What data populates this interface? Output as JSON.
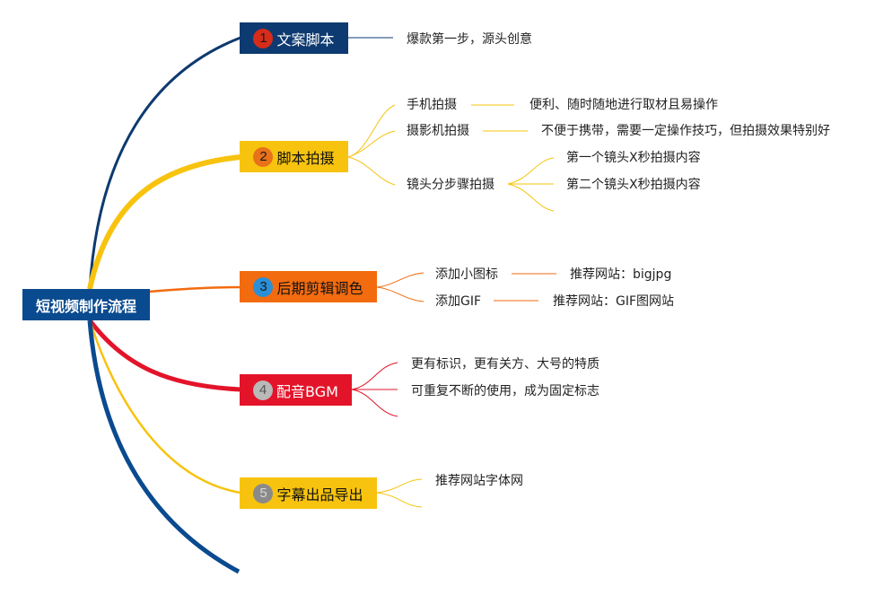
{
  "root": {
    "label": "短视频制作流程",
    "color": "#0a4a8f"
  },
  "branches": [
    {
      "num": "1",
      "label": "文案脚本",
      "bg": "#0d3a70",
      "text": "#ffffff",
      "badge": "#d62c1a",
      "badge_text": "#1a1a1a",
      "children": [
        {
          "label": "爆款第一步，源头创意"
        }
      ]
    },
    {
      "num": "2",
      "label": "脚本拍摄",
      "bg": "#f7c30e",
      "text": "#111111",
      "badge": "#e8711a",
      "badge_text": "#1a1a1a",
      "children": [
        {
          "label": "手机拍摄",
          "note": "便利、随时随地进行取材且易操作"
        },
        {
          "label": "摄影机拍摄",
          "note": "不便于携带，需要一定操作技巧，但拍摄效果特别好"
        },
        {
          "label": "镜头分步骤拍摄",
          "subs": [
            "第一个镜头X秒拍摄内容",
            "第二个镜头X秒拍摄内容"
          ]
        }
      ]
    },
    {
      "num": "3",
      "label": "后期剪辑调色",
      "bg": "#f26b0f",
      "text": "#111111",
      "badge": "#2a8fd6",
      "badge_text": "#1a1a1a",
      "children": [
        {
          "label": "添加小图标",
          "note": "推荐网站：bigjpg"
        },
        {
          "label": "添加GIF",
          "note": "推荐网站：GIF图网站"
        }
      ]
    },
    {
      "num": "4",
      "label": "配音BGM",
      "bg": "#e3142a",
      "text": "#ffffff",
      "badge": "#b9b9b9",
      "badge_text": "#555555",
      "children": [
        {
          "label": "更有标识，更有关方、大号的特质"
        },
        {
          "label": "可重复不断的使用，成为固定标志"
        }
      ]
    },
    {
      "num": "5",
      "label": "字幕出品导出",
      "bg": "#f7c30e",
      "text": "#111111",
      "badge": "#8a8a8a",
      "badge_text": "#d8d8d8",
      "children": [
        {
          "label": "推荐网站字体网"
        }
      ]
    }
  ]
}
